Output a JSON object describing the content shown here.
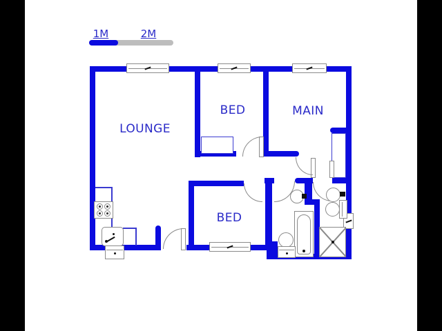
{
  "title": "floor-plan",
  "scale_bar": {
    "label_1m": "1M",
    "label_2m": "2M"
  },
  "rooms": {
    "lounge": {
      "label": "LOUNGE"
    },
    "bed1": {
      "label": "BED"
    },
    "main": {
      "label": "MAIN"
    },
    "bed2": {
      "label": "BED"
    }
  },
  "colors": {
    "wall": "#0b0bdf",
    "label": "#2a2ac8",
    "gray": "#8a8a8a",
    "thin": "#3a3ad0",
    "scalegray": "#bdbdbd",
    "pillar": "#000000"
  },
  "icons": {
    "stove": "square-with-4-burner-circles",
    "kitchen-sink": "rounded-square-with-tap",
    "bathtub": "rect-with-rounded-inner-tub",
    "toilet": "circle-bowl-with-tank",
    "basin": "circle-with-tap",
    "shower": "square-with-x-cross",
    "window": "white-bar-with-black-dash",
    "door": "quarter-circle-arc-with-leaf"
  }
}
